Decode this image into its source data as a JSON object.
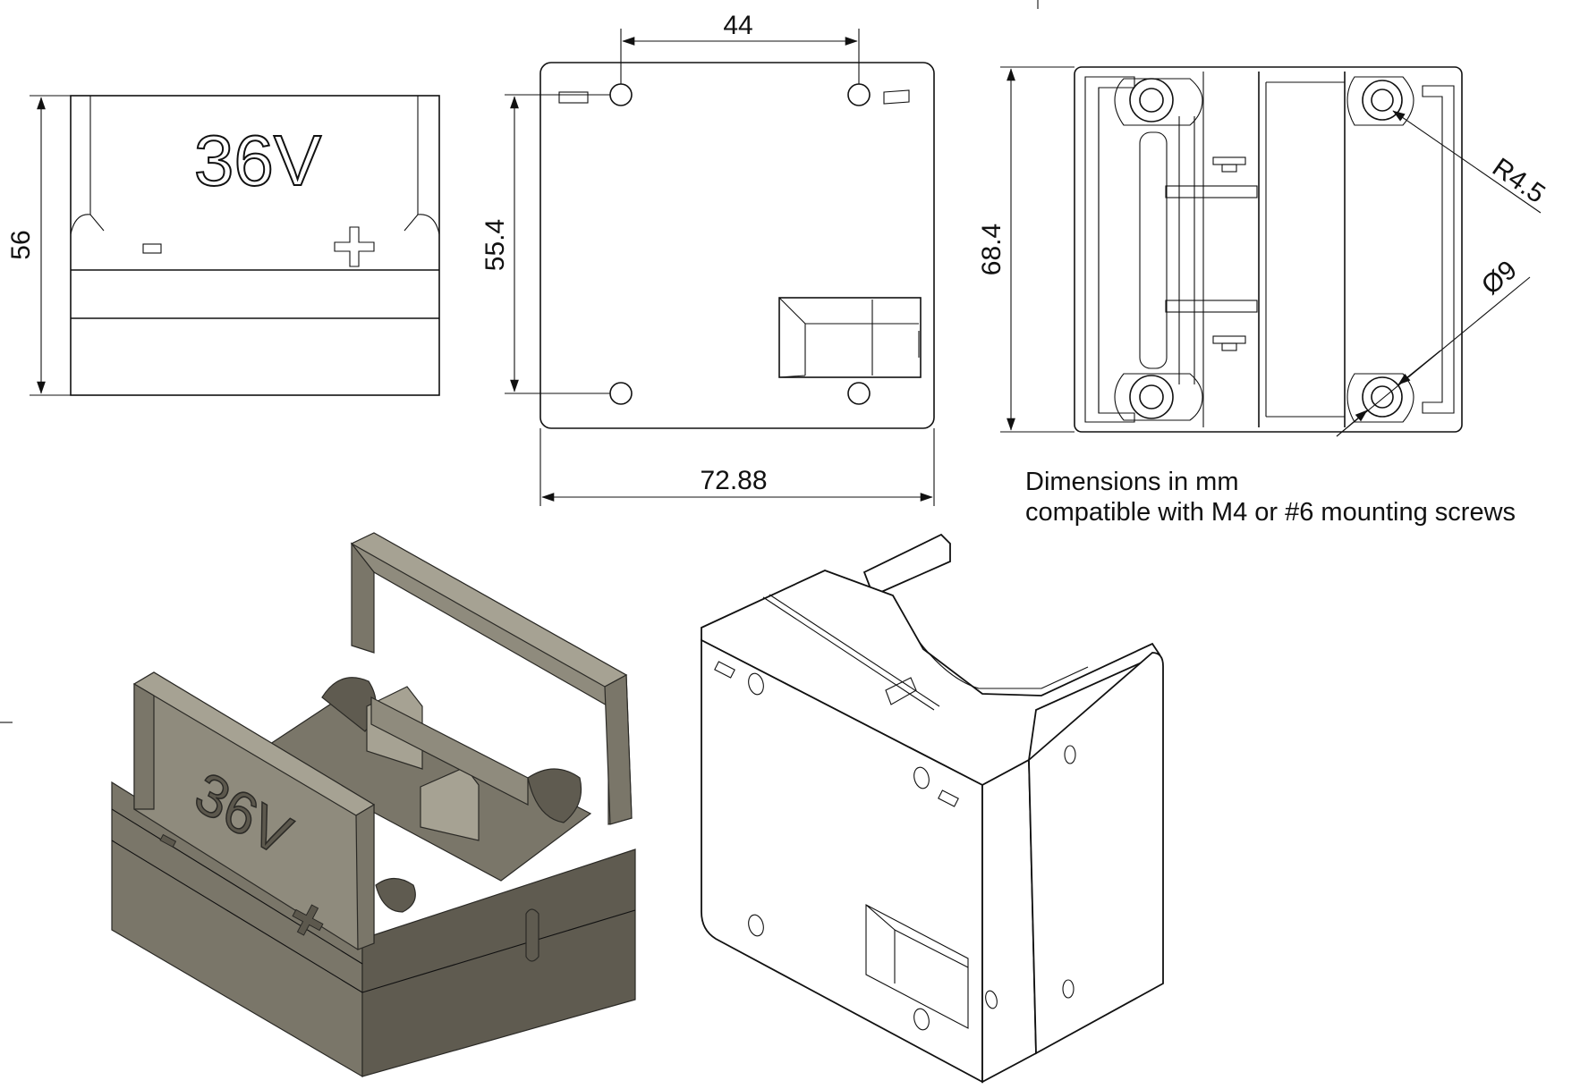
{
  "drawing": {
    "notes": {
      "units": "Dimensions in mm",
      "screws": "compatible with M4 or #6 mounting screws"
    },
    "front_view": {
      "label_text": "36V",
      "minus_symbol": "−",
      "plus_symbol": "+",
      "height_dim": "56"
    },
    "back_view": {
      "hole_spacing_dim": "44",
      "vertical_dim": "55.4",
      "width_dim": "72.88"
    },
    "top_view": {
      "depth_dim": "68.4",
      "radius_callout": "R4.5",
      "diameter_callout": "Ø9"
    },
    "iso_shaded": {
      "label_text": "36V",
      "minus_symbol": "−",
      "plus_symbol": "+"
    }
  }
}
